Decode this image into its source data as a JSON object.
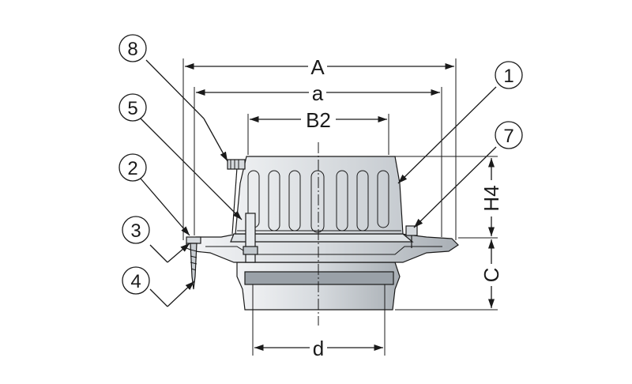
{
  "dimensions": {
    "A": "A",
    "a": "a",
    "B2": "B2",
    "H4": "H4",
    "C": "C",
    "d": "d"
  },
  "callouts": {
    "c1": "1",
    "c2": "2",
    "c3": "3",
    "c4": "4",
    "c5": "5",
    "c7": "7",
    "c8": "8"
  },
  "colors": {
    "line": "#1a1a1a",
    "body_light": "#eef0f2",
    "body_mid": "#c9ced3",
    "body_dark": "#8f969d"
  }
}
